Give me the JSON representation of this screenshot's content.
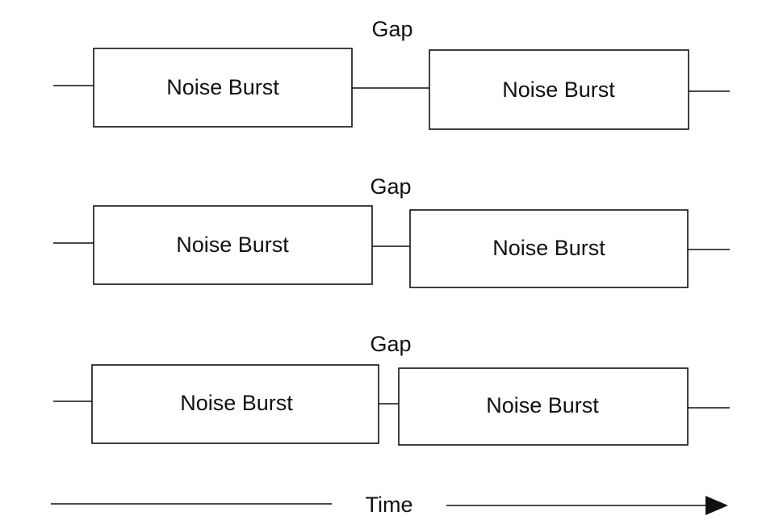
{
  "diagram": {
    "rows": [
      {
        "gap_label": "Gap",
        "bursts": [
          {
            "label": "Noise Burst"
          },
          {
            "label": "Noise Burst"
          }
        ]
      },
      {
        "gap_label": "Gap",
        "bursts": [
          {
            "label": "Noise Burst"
          },
          {
            "label": "Noise Burst"
          }
        ]
      },
      {
        "gap_label": "Gap",
        "bursts": [
          {
            "label": "Noise Burst"
          },
          {
            "label": "Noise Burst"
          }
        ]
      }
    ],
    "time_label": "Time"
  }
}
